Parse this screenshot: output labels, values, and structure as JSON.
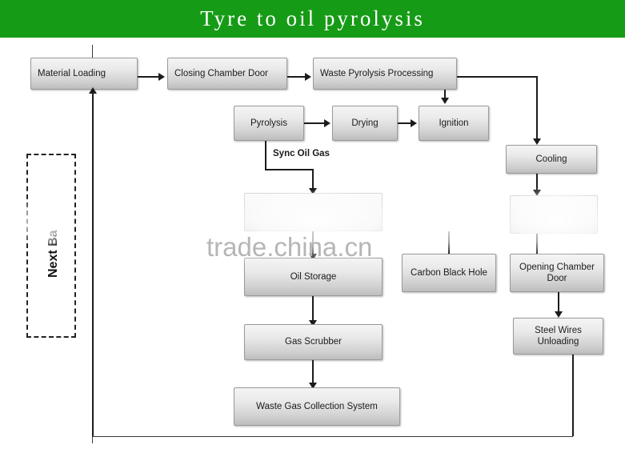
{
  "header": {
    "title": "Tyre to oil pyrolysis",
    "background": "#169b16",
    "text_color": "#ffffff"
  },
  "watermark": {
    "text": "trade.china.cn",
    "color": "#b6b6b6"
  },
  "sidebar": {
    "panel_label": "Next Ba"
  },
  "diagram": {
    "type": "flowchart",
    "node_fill_top": "#f4f4f4",
    "node_fill_bottom": "#bdbdbd",
    "node_border": "#9a9a9a",
    "connector_color": "#1c1c1c",
    "nodes": [
      {
        "id": "material-loading",
        "label": "Material Loading"
      },
      {
        "id": "closing-chamber-door",
        "label": "Closing Chamber Door"
      },
      {
        "id": "waste-pyrolysis",
        "label": "Waste Pyrolysis Processing"
      },
      {
        "id": "pyrolysis",
        "label": "Pyrolysis"
      },
      {
        "id": "drying",
        "label": "Drying"
      },
      {
        "id": "ignition",
        "label": "Ignition"
      },
      {
        "id": "cooling",
        "label": "Cooling"
      },
      {
        "id": "obscured-center",
        "label": ""
      },
      {
        "id": "obscured-right",
        "label": ""
      },
      {
        "id": "oil-storage",
        "label": "Oil Storage"
      },
      {
        "id": "carbon-black-hole",
        "label": "Carbon Black Hole"
      },
      {
        "id": "opening-chamber-door",
        "label": "Opening Chamber Door"
      },
      {
        "id": "gas-scrubber",
        "label": "Gas Scrubber"
      },
      {
        "id": "steel-wires-unloading",
        "label": "Steel Wires Unloading"
      },
      {
        "id": "waste-gas-collection",
        "label": "Waste Gas Collection System"
      }
    ],
    "edge_labels": [
      {
        "id": "sync-oil-gas",
        "label": "Sync Oil Gas"
      }
    ]
  }
}
